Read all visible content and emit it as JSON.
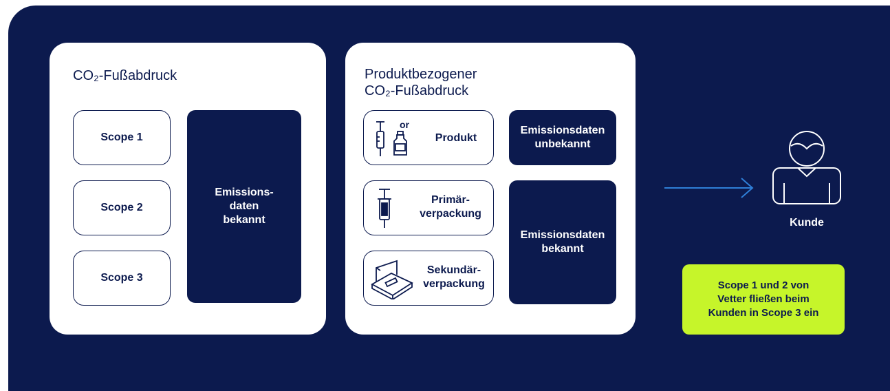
{
  "card_left": {
    "title": "CO₂-Fußabdruck",
    "scopes": [
      "Scope 1",
      "Scope 2",
      "Scope 3"
    ],
    "emissions_label": "Emissions-\ndaten\nbekannt"
  },
  "card_right": {
    "title_line1": "Produktbezogener",
    "title_line2": "CO₂-Fußabdruck",
    "or_label": "or",
    "rows": [
      {
        "label": "Produkt",
        "icon": "syringe-and-vial-icon"
      },
      {
        "label": "Primär-\nverpackung",
        "icon": "syringe-icon"
      },
      {
        "label": "Sekundär-\nverpackung",
        "icon": "package-box-icon"
      }
    ],
    "emissions_unknown": "Emissionsdaten\nunbekannt",
    "emissions_known": "Emissionsdaten\nbekannt"
  },
  "customer": {
    "label": "Kunde",
    "icon": "person-icon"
  },
  "note": "Scope 1 und 2 von\nVetter fließen beim\nKunden in Scope 3 ein",
  "colors": {
    "navy": "#0c1a4e",
    "white": "#ffffff",
    "lime": "#c6f52a",
    "arrow": "#2f7fd8"
  }
}
